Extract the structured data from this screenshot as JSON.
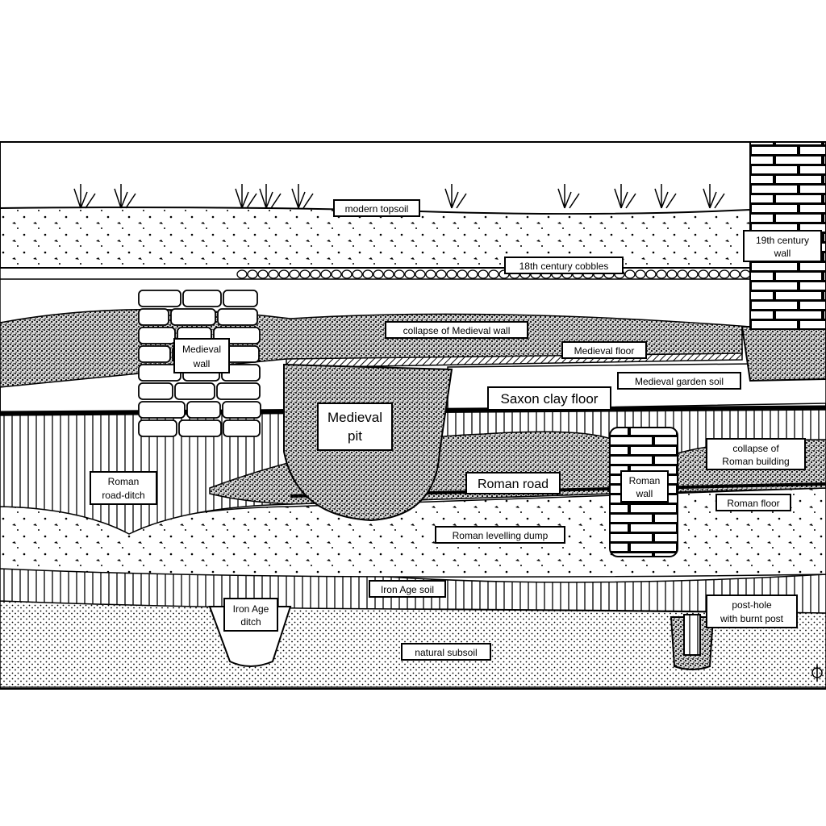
{
  "labels": {
    "modern_topsoil": "modern topsoil",
    "c18_cobbles": "18th century cobbles",
    "c19_wall_1": "19th century",
    "c19_wall_2": "wall",
    "medieval_wall_1": "Medieval",
    "medieval_wall_2": "wall",
    "collapse_medieval_wall": "collapse of Medieval wall",
    "medieval_floor": "Medieval floor",
    "medieval_garden_soil": "Medieval garden soil",
    "saxon_clay_floor": "Saxon clay floor",
    "medieval_pit_1": "Medieval",
    "medieval_pit_2": "pit",
    "collapse_roman_building_1": "collapse of",
    "collapse_roman_building_2": "Roman building",
    "roman_road_ditch_1": "Roman",
    "roman_road_ditch_2": "road-ditch",
    "roman_road": "Roman road",
    "roman_wall_1": "Roman",
    "roman_wall_2": "wall",
    "roman_floor": "Roman floor",
    "roman_levelling_dump": "Roman levelling dump",
    "iron_age_soil": "Iron Age soil",
    "iron_age_ditch_1": "Iron Age",
    "iron_age_ditch_2": "ditch",
    "post_hole_1": "post-hole",
    "post_hole_2": "with burnt post",
    "natural_subsoil": "natural subsoil"
  },
  "colors": {
    "ink": "#000000",
    "paper": "#ffffff"
  }
}
